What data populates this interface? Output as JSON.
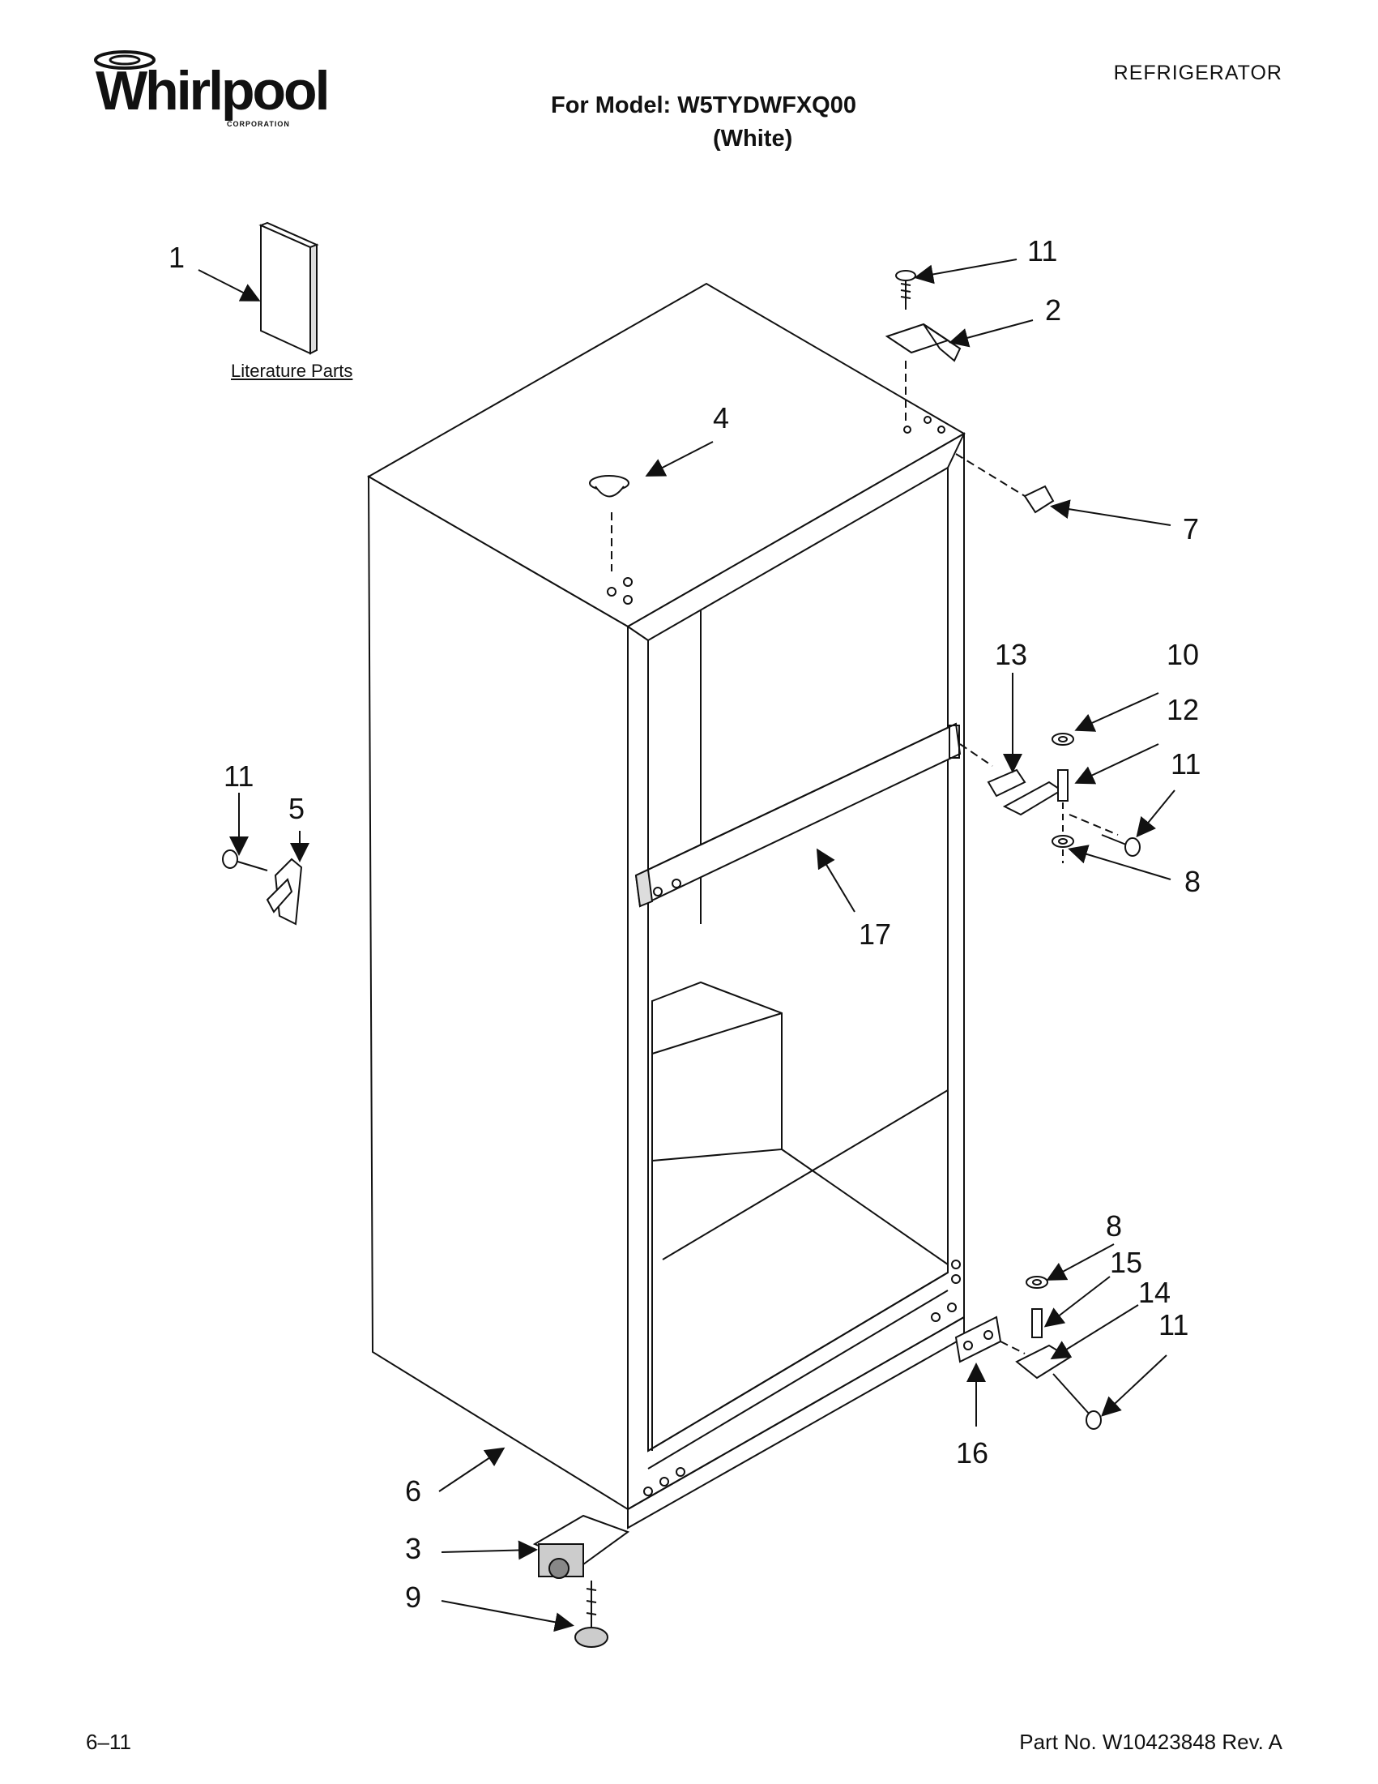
{
  "header": {
    "brand": "Whirlpool",
    "brand_sub": "CORPORATION",
    "category": "REFRIGERATOR",
    "model_line": "For Model: W5TYDWFXQ00",
    "color_line": "(White)"
  },
  "diagram": {
    "literature_label": "Literature Parts",
    "callouts": [
      {
        "id": "c1",
        "label": "1"
      },
      {
        "id": "c11a",
        "label": "11"
      },
      {
        "id": "c2",
        "label": "2"
      },
      {
        "id": "c4",
        "label": "4"
      },
      {
        "id": "c7",
        "label": "7"
      },
      {
        "id": "c13",
        "label": "13"
      },
      {
        "id": "c10",
        "label": "10"
      },
      {
        "id": "c12",
        "label": "12"
      },
      {
        "id": "c11b",
        "label": "11"
      },
      {
        "id": "c11c",
        "label": "11"
      },
      {
        "id": "c5",
        "label": "5"
      },
      {
        "id": "c8a",
        "label": "8"
      },
      {
        "id": "c17",
        "label": "17"
      },
      {
        "id": "c8b",
        "label": "8"
      },
      {
        "id": "c15",
        "label": "15"
      },
      {
        "id": "c14",
        "label": "14"
      },
      {
        "id": "c11d",
        "label": "11"
      },
      {
        "id": "c16",
        "label": "16"
      },
      {
        "id": "c6",
        "label": "6"
      },
      {
        "id": "c3",
        "label": "3"
      },
      {
        "id": "c9",
        "label": "9"
      }
    ]
  },
  "footer": {
    "date_code": "6–11",
    "part_number": "Part No. W10423848 Rev. A"
  }
}
